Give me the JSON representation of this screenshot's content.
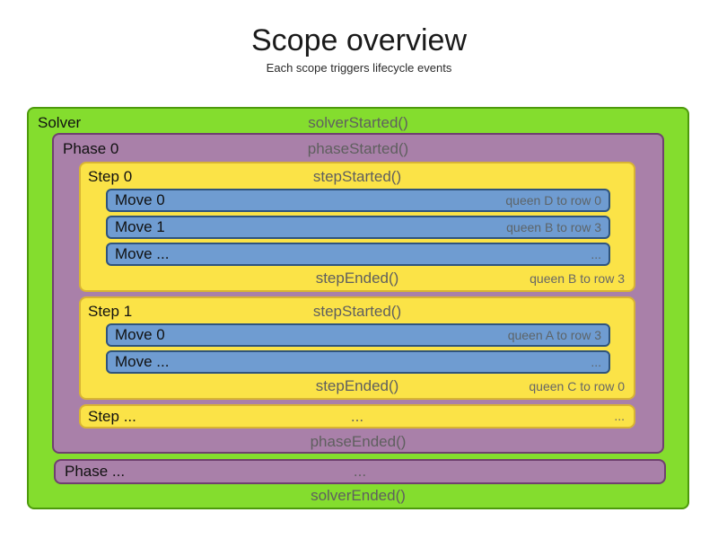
{
  "page": {
    "title": "Scope overview",
    "subtitle": "Each scope triggers lifecycle events"
  },
  "colors": {
    "solver_fill": "#84DD2E",
    "solver_border": "#4D9A0C",
    "phase_fill": "#A980A9",
    "phase_border": "#6F406F",
    "step_fill": "#FBE347",
    "step_border": "#D8B433",
    "move_fill": "#6F9CD1",
    "move_border": "#2F547D",
    "event_text": "#5F5F5F",
    "label_text": "#111111"
  },
  "solver": {
    "label": "Solver",
    "started_event": "solverStarted()",
    "ended_event": "solverEnded()",
    "phases": [
      {
        "label": "Phase 0",
        "started_event": "phaseStarted()",
        "ended_event": "phaseEnded()",
        "steps": [
          {
            "label": "Step 0",
            "started_event": "stepStarted()",
            "ended_event": "stepEnded()",
            "ended_annotation": "queen B to row 3",
            "moves": [
              {
                "label": "Move 0",
                "annotation": "queen D to row 0"
              },
              {
                "label": "Move 1",
                "annotation": "queen B to row 3"
              },
              {
                "label": "Move ...",
                "annotation": "..."
              }
            ]
          },
          {
            "label": "Step 1",
            "started_event": "stepStarted()",
            "ended_event": "stepEnded()",
            "ended_annotation": "queen C to row 0",
            "moves": [
              {
                "label": "Move 0",
                "annotation": "queen A to row 3"
              },
              {
                "label": "Move ...",
                "annotation": "..."
              }
            ]
          }
        ],
        "more_steps": {
          "label": "Step ...",
          "center_text": "...",
          "right_text": "..."
        }
      }
    ],
    "more_phases": {
      "label": "Phase ...",
      "center_text": "..."
    }
  }
}
